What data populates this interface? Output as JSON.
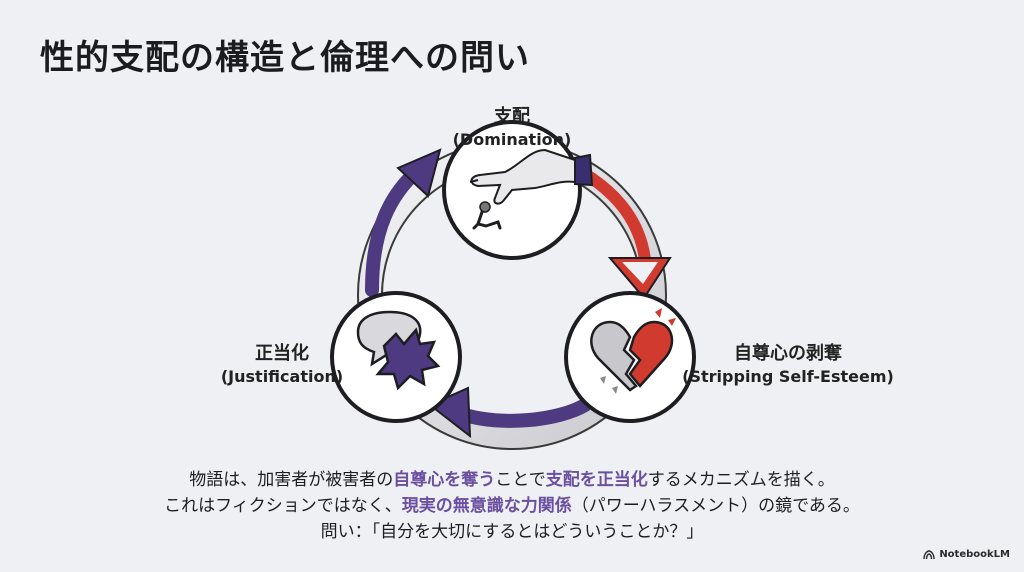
{
  "title": "性的支配の構造と倫理への問い",
  "nodes": {
    "domination": {
      "jp": "支配",
      "en": "(Domination)"
    },
    "stripping": {
      "jp": "自尊心の剥奪",
      "en": "(Stripping Self-Esteem)"
    },
    "justification": {
      "jp": "正当化",
      "en": "(Justification)"
    }
  },
  "caption": {
    "line1": {
      "a": "物語は、加害者が被害者の",
      "b": "自尊心を奪う",
      "c": "ことで",
      "d": "支配を正当化",
      "e": "するメカニズムを描く。"
    },
    "line2": {
      "a": "これはフィクションではなく、",
      "b": "現実の無意識な力関係",
      "c": "（パワーハラスメント）の鏡である。"
    },
    "line3": "問い：「自分を大切にするとはどういうことか？」"
  },
  "brand": "NotebookLM",
  "colors": {
    "purple": "#4e3a80",
    "red": "#d13a2e",
    "highlight": "#6b4fa0"
  }
}
